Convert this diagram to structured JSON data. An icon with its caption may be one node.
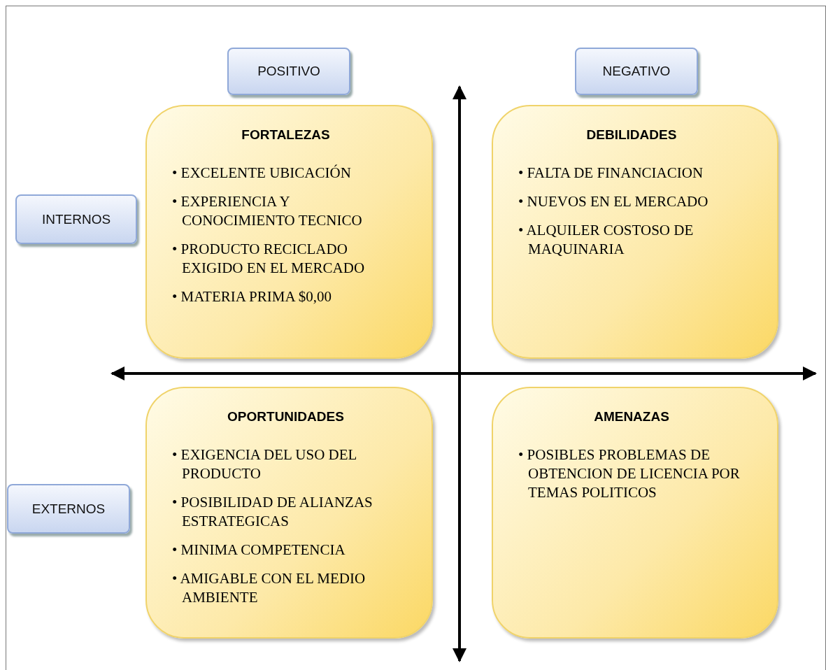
{
  "diagram": {
    "nodes": [
      {
        "text": [
          "POSITIVO"
        ]
      },
      {
        "text": [
          "NEGATIVO"
        ]
      },
      {
        "text": [
          "INTERNOS"
        ]
      },
      {
        "text": [
          "FORTALEZAS",
          "• EXCELENTE UBICACIÓN",
          "• EXPERIENCIA Y CONOCIMIENTO TECNICO",
          "• PRODUCTO RECICLADO EXIGIDO EN EL MERCADO",
          "• MATERIA PRIMA $0,00"
        ]
      },
      {
        "text": [
          "DEBILIDADES",
          "• FALTA DE FINANCIACION",
          "• NUEVOS EN EL MERCADO",
          "• ALQUILER COSTOSO DE MAQUINARIA"
        ]
      },
      {
        "text": [
          "OPORTUNIDADES",
          "• EXIGENCIA DEL USO DEL PRODUCTO",
          "• POSIBILIDAD DE ALIANZAS ESTRATEGICAS",
          "• MINIMA COMPETENCIA",
          "• AMIGABLE CON EL MEDIO AMBIENTE"
        ]
      },
      {
        "text": [
          "AMENAZAS",
          "• POSIBLES PROBLEMAS DE OBTENCION DE LICENCIA POR TEMAS POLITICOS"
        ]
      },
      {
        "text": [
          "EXTERNOS"
        ]
      }
    ],
    "edges": []
  }
}
